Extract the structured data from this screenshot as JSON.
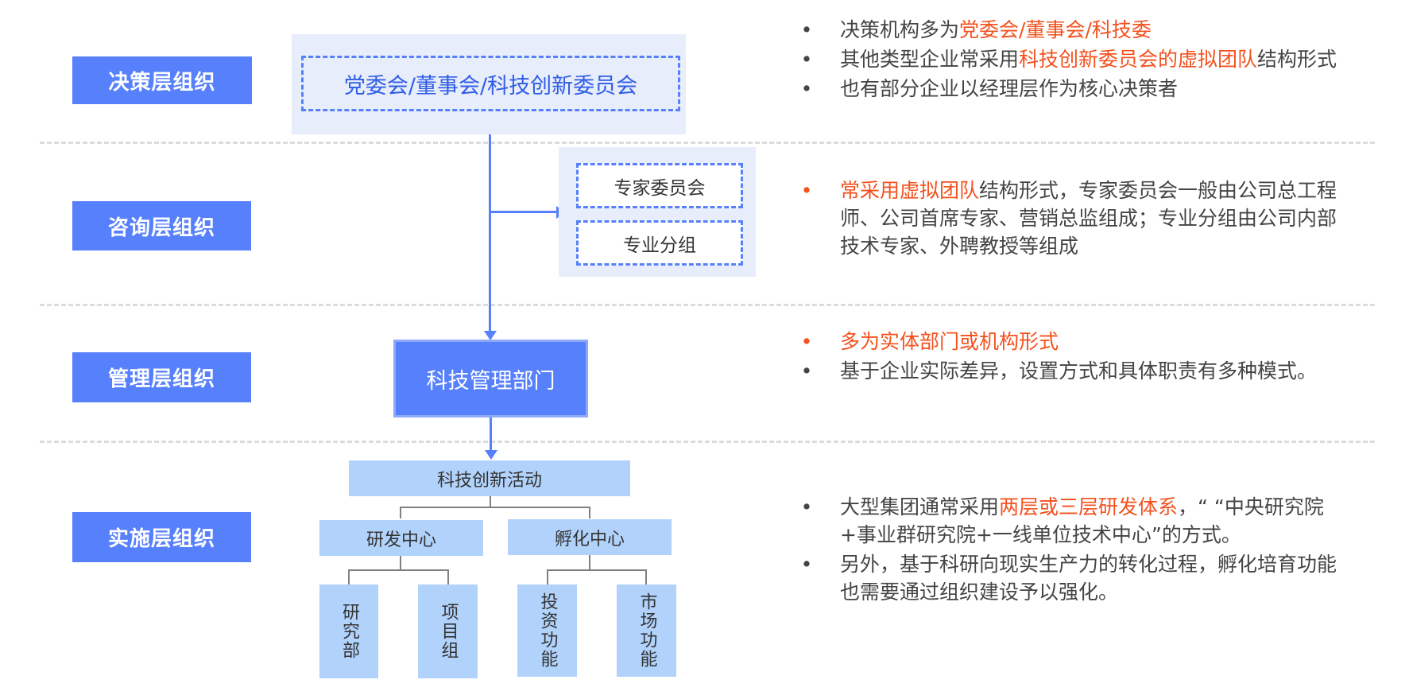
{
  "colors": {
    "primary_blue": "#5780fc",
    "light_panel": "#e8edfb",
    "light_box": "#b1d2fb",
    "highlight_orange": "#f4511e",
    "body_text": "#444444",
    "divider": "#dcdcdc"
  },
  "layers": [
    {
      "label": "决策层组织"
    },
    {
      "label": "咨询层组织"
    },
    {
      "label": "管理层组织"
    },
    {
      "label": "实施层组织"
    }
  ],
  "diagram": {
    "decision_box": "党委会/董事会/科技创新委员会",
    "consult_boxes": [
      "专家委员会",
      "专业分组"
    ],
    "management_box": "科技管理部门",
    "implementation": {
      "root": "科技创新活动",
      "centers": [
        {
          "label": "研发中心",
          "children": [
            "研究部",
            "项目组"
          ]
        },
        {
          "label": "孵化中心",
          "children": [
            "投资功能",
            "市场功能"
          ]
        }
      ]
    }
  },
  "notes": {
    "decision": [
      {
        "segments": [
          {
            "text": "决策机构多为",
            "hl": false
          },
          {
            "text": "党委会/董事会/科技委",
            "hl": true
          }
        ],
        "bullet_hl": false
      },
      {
        "segments": [
          {
            "text": "其他类型企业常采用",
            "hl": false
          },
          {
            "text": "科技创新委员会的虚拟团队",
            "hl": true
          },
          {
            "text": "结构形式",
            "hl": false
          }
        ],
        "bullet_hl": false
      },
      {
        "segments": [
          {
            "text": "也有部分企业以经理层作为核心决策者",
            "hl": false
          }
        ],
        "bullet_hl": false
      }
    ],
    "consult": [
      {
        "segments": [
          {
            "text": "常采用虚拟团队",
            "hl": true
          },
          {
            "text": "结构形式，专家委员会一般由公司总工程师、公司首席专家、营销总监组成；专业分组由公司内部技术专家、外聘教授等组成",
            "hl": false
          }
        ],
        "bullet_hl": true
      }
    ],
    "management": [
      {
        "segments": [
          {
            "text": "多为实体部门或机构形式",
            "hl": true
          }
        ],
        "bullet_hl": true
      },
      {
        "segments": [
          {
            "text": "基于企业实际差异，设置方式和具体职责有多种模式。",
            "hl": false
          }
        ],
        "bullet_hl": false
      }
    ],
    "implementation": [
      {
        "segments": [
          {
            "text": "大型集团通常采用",
            "hl": false
          },
          {
            "text": "两层或三层研发体系",
            "hl": true
          },
          {
            "text": "，“ “中央研究院+事业群研究院+一线单位技术中心”的方式。",
            "hl": false
          }
        ],
        "bullet_hl": false
      },
      {
        "segments": [
          {
            "text": "另外，基于科研向现实生产力的转化过程，孵化培育功能也需要通过组织建设予以强化。",
            "hl": false
          }
        ],
        "bullet_hl": false
      }
    ]
  },
  "bullet_char": "•"
}
